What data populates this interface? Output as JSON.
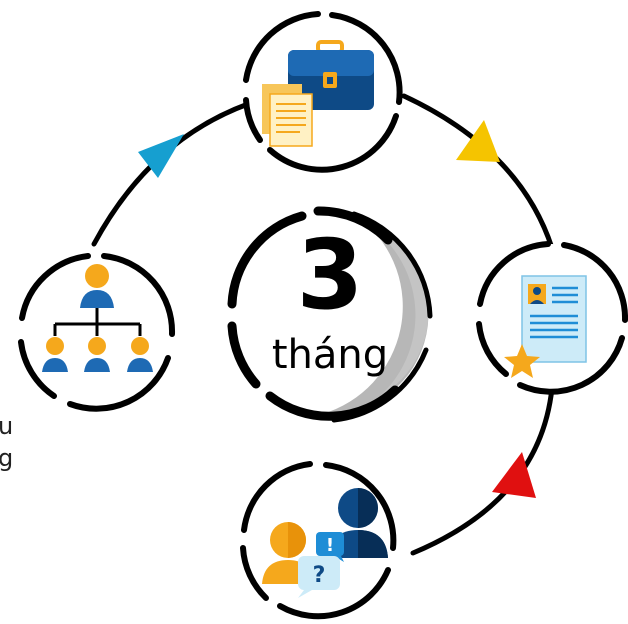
{
  "center": {
    "number": "3",
    "caption": "tháng"
  },
  "cropped_side_text": {
    "line1": "u",
    "line2": "g"
  },
  "nodes": [
    {
      "id": "work",
      "icon": "briefcase-with-documents-icon"
    },
    {
      "id": "cv",
      "icon": "resume-with-star-icon"
    },
    {
      "id": "discussion",
      "icon": "people-question-exclamation-icon"
    },
    {
      "id": "hierarchy",
      "icon": "org-chart-icon"
    }
  ],
  "arrows": [
    {
      "id": "arrow-top-right",
      "color": "#F5C400"
    },
    {
      "id": "arrow-bottom-right",
      "color": "#E01010"
    },
    {
      "id": "arrow-top-left",
      "color": "#169FD0"
    }
  ],
  "colors": {
    "ring": "#000000",
    "navy": "#0E4A86",
    "orange": "#F5A81C",
    "light_blue": "#CDEBF8",
    "accent_blue": "#1E8DD6",
    "gray_moon": "#B7B7B7"
  }
}
